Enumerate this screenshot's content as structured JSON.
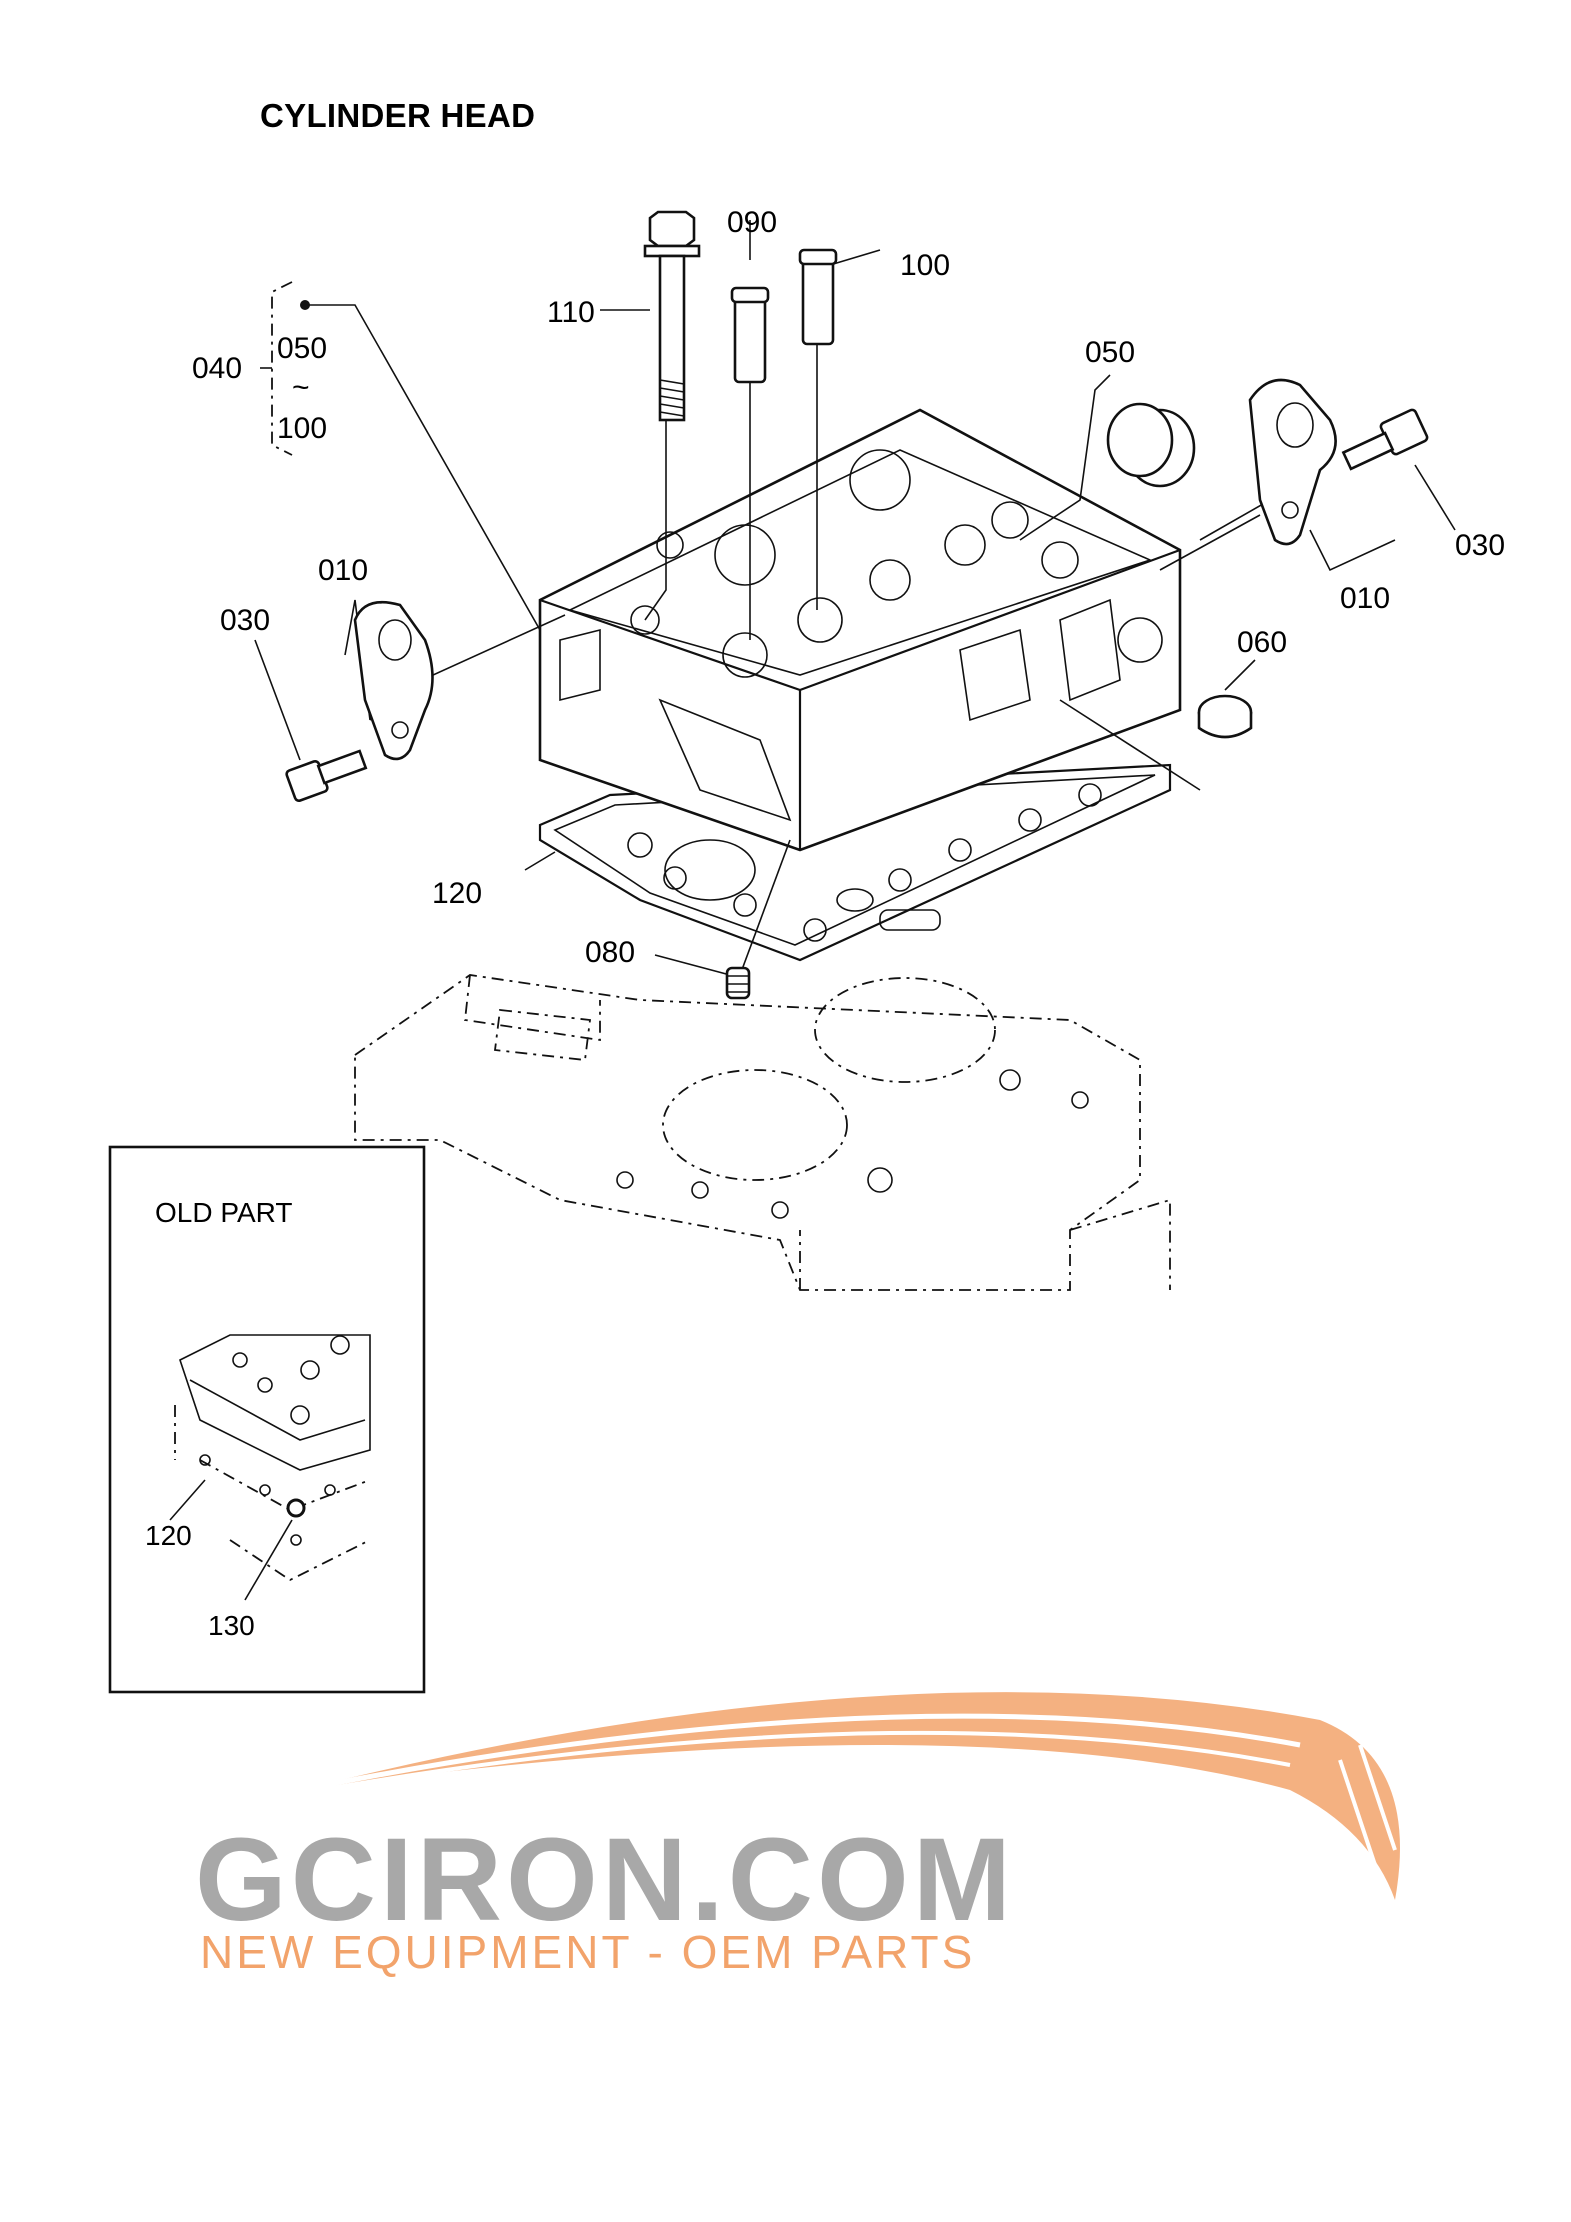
{
  "title": "CYLINDER HEAD",
  "callouts": [
    {
      "id": "090",
      "text": "090"
    },
    {
      "id": "100a",
      "text": "100"
    },
    {
      "id": "110",
      "text": "110"
    },
    {
      "id": "040",
      "text": "040"
    },
    {
      "id": "050a",
      "text": "050"
    },
    {
      "id": "tilde",
      "text": "~"
    },
    {
      "id": "100b",
      "text": "100"
    },
    {
      "id": "050b",
      "text": "050"
    },
    {
      "id": "030a",
      "text": "030"
    },
    {
      "id": "010a",
      "text": "010"
    },
    {
      "id": "010b",
      "text": "010"
    },
    {
      "id": "030b",
      "text": "030"
    },
    {
      "id": "060",
      "text": "060"
    },
    {
      "id": "120",
      "text": "120"
    },
    {
      "id": "080",
      "text": "080"
    }
  ],
  "inset": {
    "label": "OLD PART",
    "callouts": [
      "120",
      "130"
    ]
  },
  "brand": {
    "name": "GCIRON.COM",
    "tagline": "NEW EQUIPMENT - OEM PARTS",
    "gray": "#a8a8a8",
    "orange": "#f2a36b"
  }
}
